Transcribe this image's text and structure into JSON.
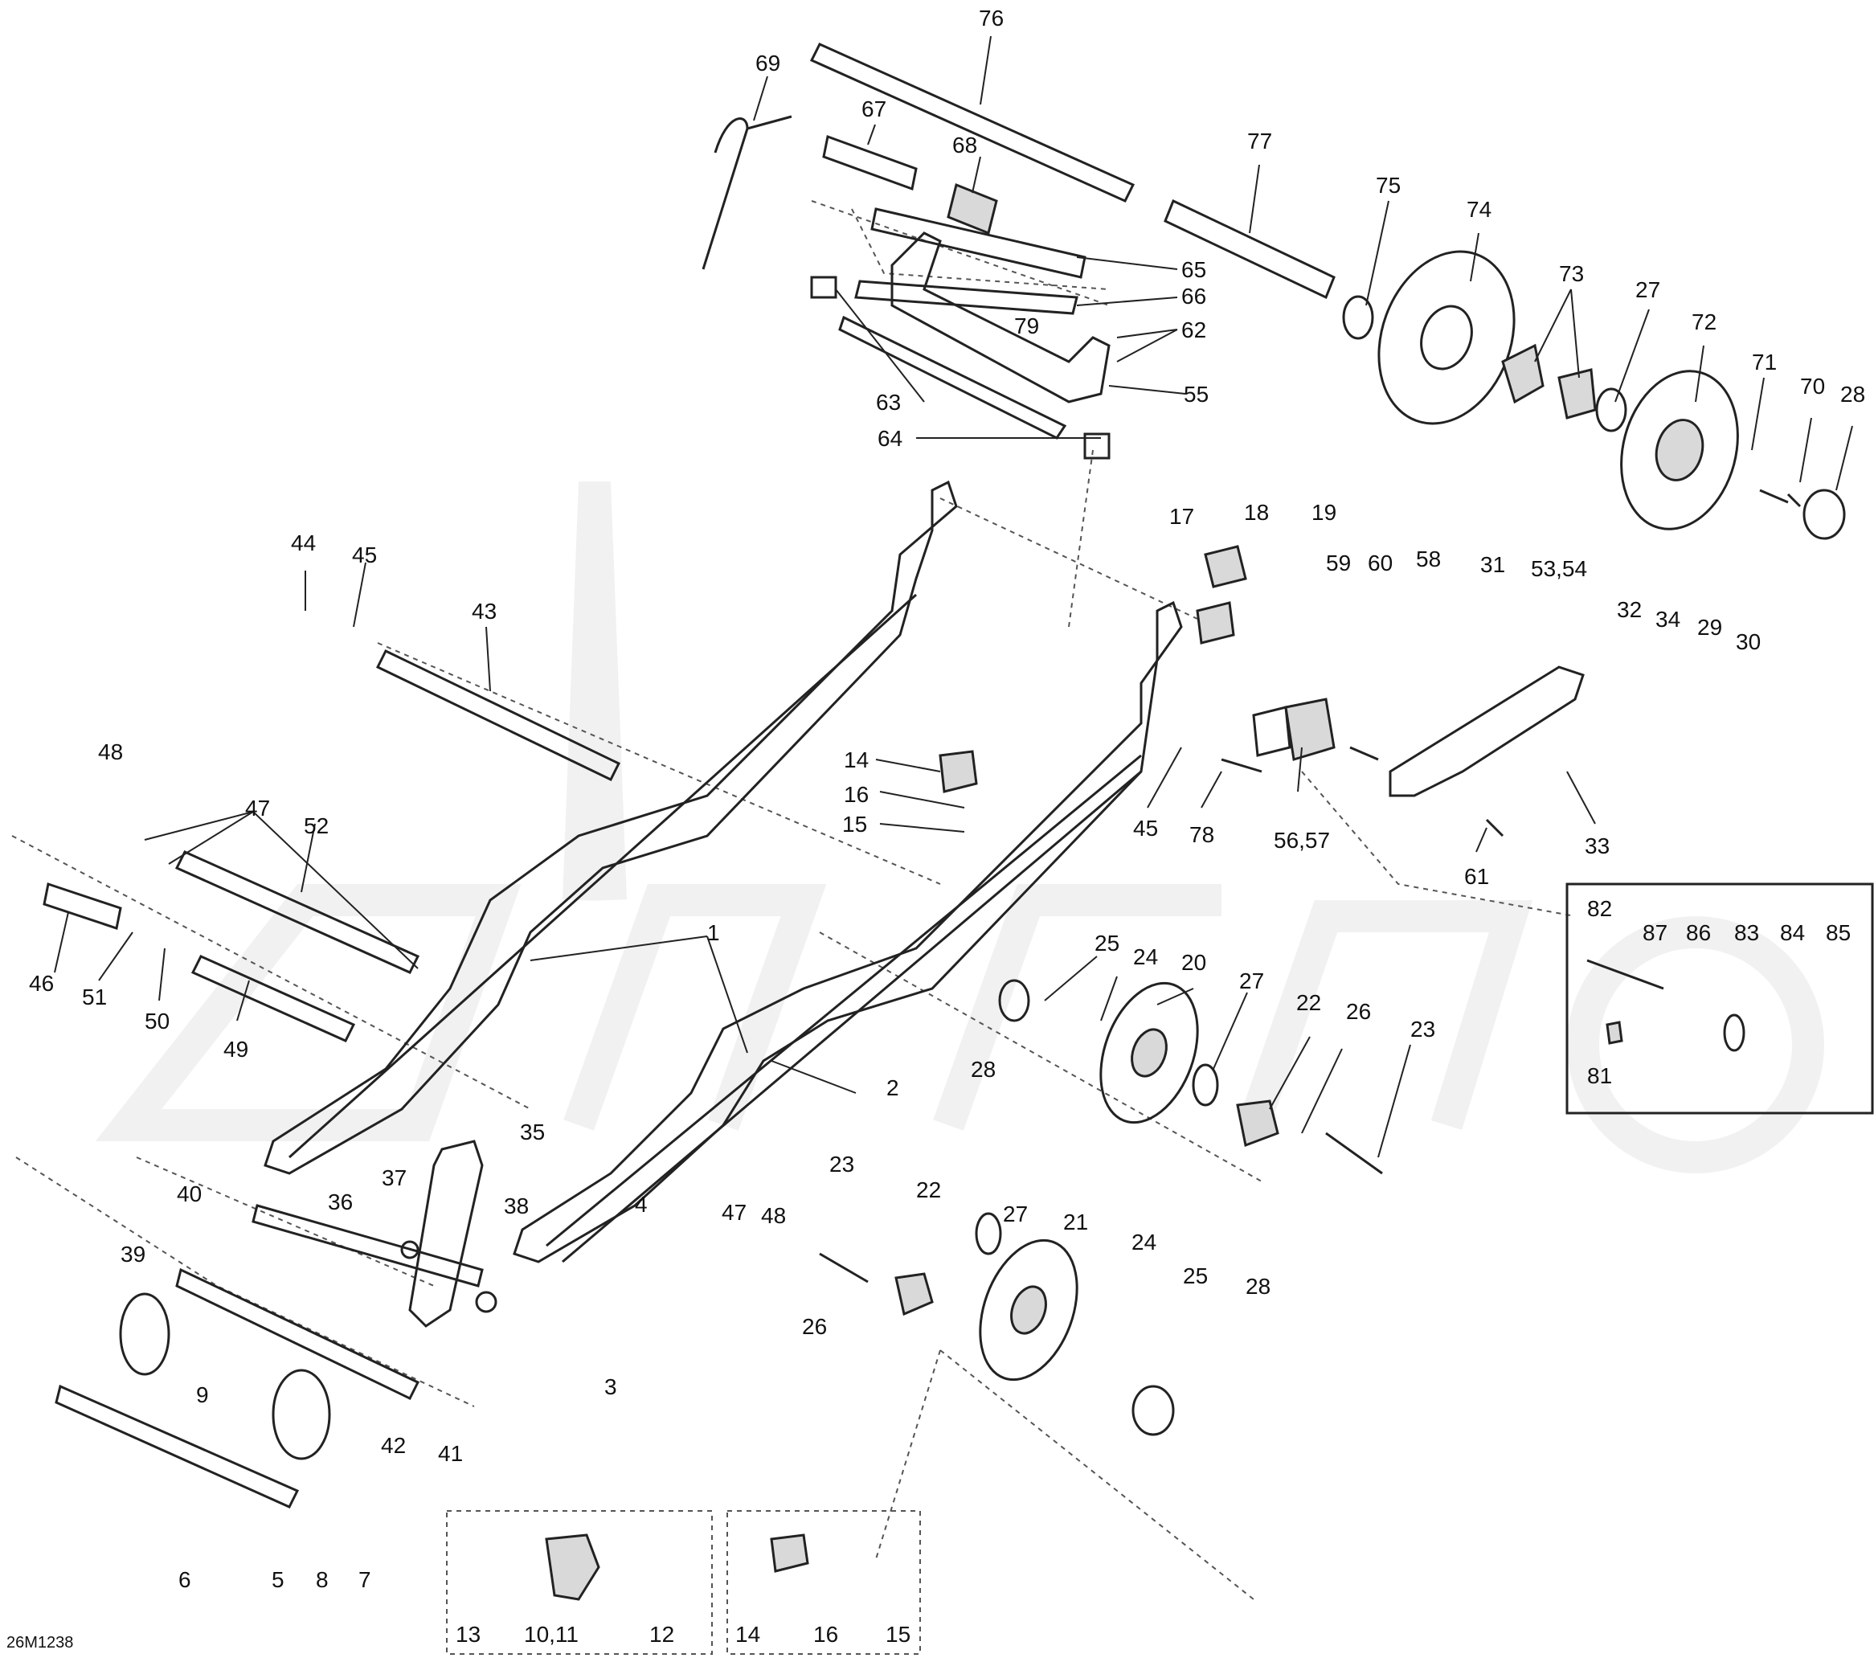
{
  "diagram": {
    "code": "26M1238",
    "callouts": [
      "76",
      "69",
      "67",
      "68",
      "77",
      "75",
      "74",
      "73",
      "27",
      "72",
      "71",
      "70",
      "28",
      "65",
      "66",
      "79",
      "62",
      "55",
      "63",
      "64",
      "17",
      "18",
      "19",
      "59",
      "60",
      "58",
      "31",
      "53,54",
      "32",
      "34",
      "29",
      "30",
      "44",
      "45",
      "43",
      "14",
      "16",
      "15",
      "78",
      "56,57",
      "33",
      "61",
      "48",
      "47",
      "52",
      "1",
      "46",
      "51",
      "50",
      "49",
      "25",
      "24",
      "20",
      "82",
      "87",
      "86",
      "83",
      "84",
      "85",
      "81",
      "2",
      "26",
      "23",
      "22",
      "35",
      "40",
      "36",
      "37",
      "38",
      "39",
      "9",
      "42",
      "41",
      "4",
      "3",
      "6",
      "5",
      "8",
      "7",
      "13",
      "10,11",
      "12",
      "21"
    ]
  }
}
